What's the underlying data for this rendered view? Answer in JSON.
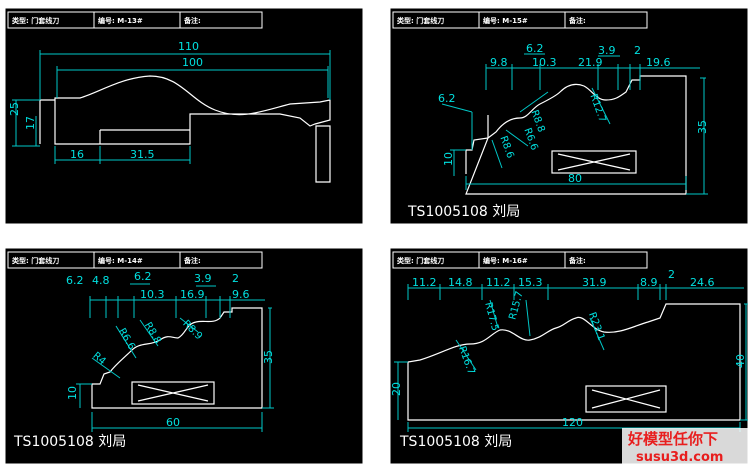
{
  "panels": [
    {
      "id": "tl",
      "header": {
        "type": "类型: 门套线刀",
        "code": "编号: M-13#",
        "note": "备注:"
      },
      "dims": {
        "width_total": "110",
        "width_inner": "100",
        "height_outer": "25",
        "height_inner": "17",
        "groove_offset": "16",
        "groove_width": "31.5"
      },
      "caption": ""
    },
    {
      "id": "tr",
      "header": {
        "type": "类型: 门套线刀",
        "code": "编号: M-15#",
        "note": "备注:"
      },
      "dims": {
        "top_a": "6.2",
        "top_b": "3.9",
        "top_c": "2",
        "seg_1": "9.8",
        "seg_2": "10.3",
        "seg_3": "21.9",
        "seg_4": "19.6",
        "left_step": "6.2",
        "r1": "R8.8",
        "r2": "R12.7",
        "r3": "R6.6",
        "r4": "R8.6",
        "height": "35",
        "base_height": "10",
        "width": "80"
      },
      "caption": "TS1005108  刘局"
    },
    {
      "id": "bl",
      "header": {
        "type": "类型: 门套线刀",
        "code": "编号: M-14#",
        "note": "备注:"
      },
      "dims": {
        "seg_1": "6.2",
        "seg_2": "4.8",
        "top_a": "6.2",
        "seg_3": "10.3",
        "seg_4": "16.9",
        "top_b": "3.9",
        "top_c": "2",
        "seg_5": "9.6",
        "r1": "R4",
        "r2": "R6.6",
        "r3": "R8.8",
        "r4": "R8.9",
        "height": "35",
        "base_height": "10",
        "width": "60"
      },
      "caption": "TS1005108  刘局"
    },
    {
      "id": "br",
      "header": {
        "type": "类型: 门套线刀",
        "code": "编号: M-16#",
        "note": "备注:"
      },
      "dims": {
        "seg_1": "11.2",
        "seg_2": "14.8",
        "seg_3": "11.2",
        "seg_4": "15.3",
        "seg_5": "31.9",
        "seg_6": "8.9",
        "top_c": "2",
        "seg_7": "24.6",
        "r1": "R16.7",
        "r2": "R17.5",
        "r3": "R15.7",
        "r4": "R23.1",
        "height": "40",
        "base_height": "20",
        "width": "120"
      },
      "caption": "TS1005108  刘局"
    }
  ],
  "watermark": {
    "line1": "好模型任你下",
    "line2": "susu3d.com"
  }
}
